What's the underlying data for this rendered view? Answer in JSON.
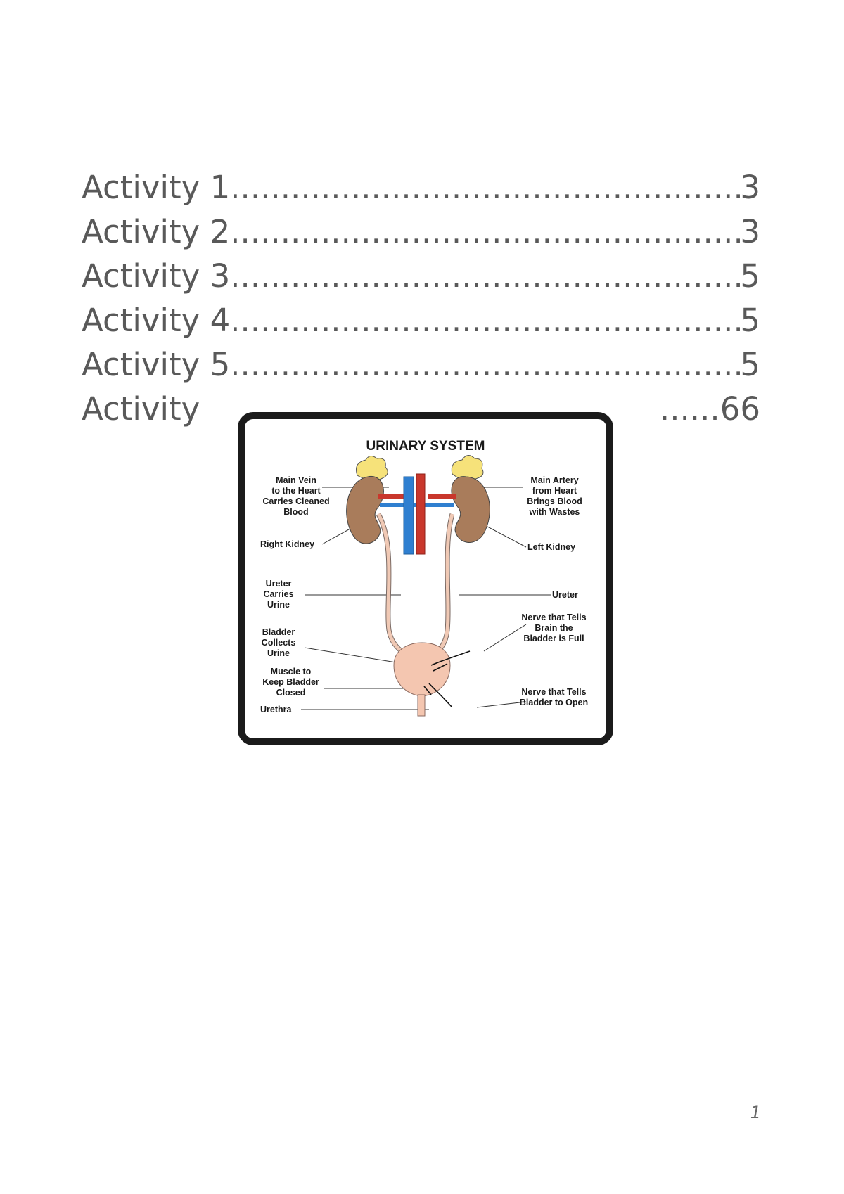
{
  "toc": {
    "entries": [
      {
        "title": "Activity 1",
        "page": "3"
      },
      {
        "title": "Activity 2",
        "page": "3"
      },
      {
        "title": "Activity 3",
        "page": "5"
      },
      {
        "title": "Activity 4",
        "page": "5"
      },
      {
        "title": "Activity 5",
        "page": "5"
      },
      {
        "title": "Activity",
        "page": "6",
        "trail_num": "6"
      }
    ]
  },
  "figure": {
    "title": "URINARY SYSTEM",
    "labels": {
      "main_vein": "Main Vein\nto the Heart\nCarries Cleaned\nBlood",
      "main_artery": "Main Artery\nfrom Heart\nBrings Blood\nwith Wastes",
      "right_kidney": "Right Kidney",
      "left_kidney": "Left Kidney",
      "ureter_left": "Ureter\nCarries\nUrine",
      "ureter_right": "Ureter",
      "bladder": "Bladder\nCollects\nUrine",
      "nerve_full": "Nerve that Tells\nBrain the\nBladder is Full",
      "muscle": "Muscle to\nKeep Bladder\nClosed",
      "nerve_open": "Nerve that Tells\nBladder to Open",
      "urethra": "Urethra"
    },
    "colors": {
      "kidney": "#a97c5b",
      "adrenal": "#f6e27a",
      "vein": "#2f7fd0",
      "artery": "#c9372c",
      "ureter": "#f0c9b5",
      "bladder": "#f4c6b0",
      "frame": "#1b1b1b"
    }
  },
  "page_number": "1"
}
